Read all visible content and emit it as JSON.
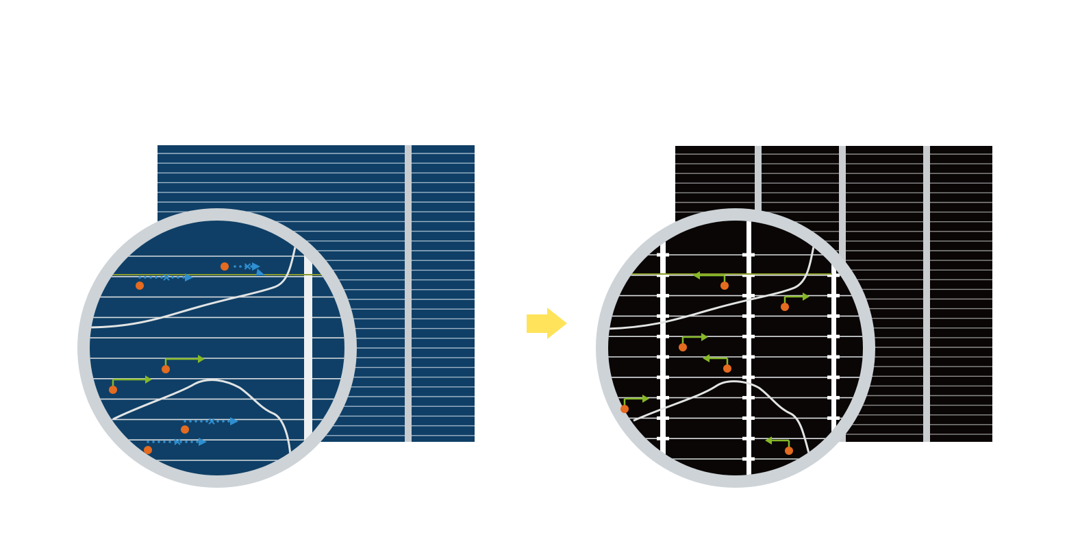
{
  "colors": {
    "background": "#ffffff",
    "poly_cell": "#0f3f66",
    "mono_cell": "#0a0605",
    "finger_line": "#d9dde0",
    "busbar": "#c9cdd0",
    "magnifier_ring": "#cdd3d7",
    "current_curve": "#e2e4e4",
    "junction_line": "#8a9a2a",
    "carrier": "#e46b20",
    "path_blocked": "#2f8fd0",
    "path_collected": "#86b828",
    "arrow": "#ffe35a"
  },
  "icons": {
    "transition": "right-arrow-icon",
    "carrier": "dot-icon",
    "blocked": "x-mark-icon"
  },
  "panels": [
    {
      "name": "left-panel",
      "variant": "poly",
      "busbars": 1
    },
    {
      "name": "right-panel",
      "variant": "mono",
      "busbars": 3
    }
  ]
}
